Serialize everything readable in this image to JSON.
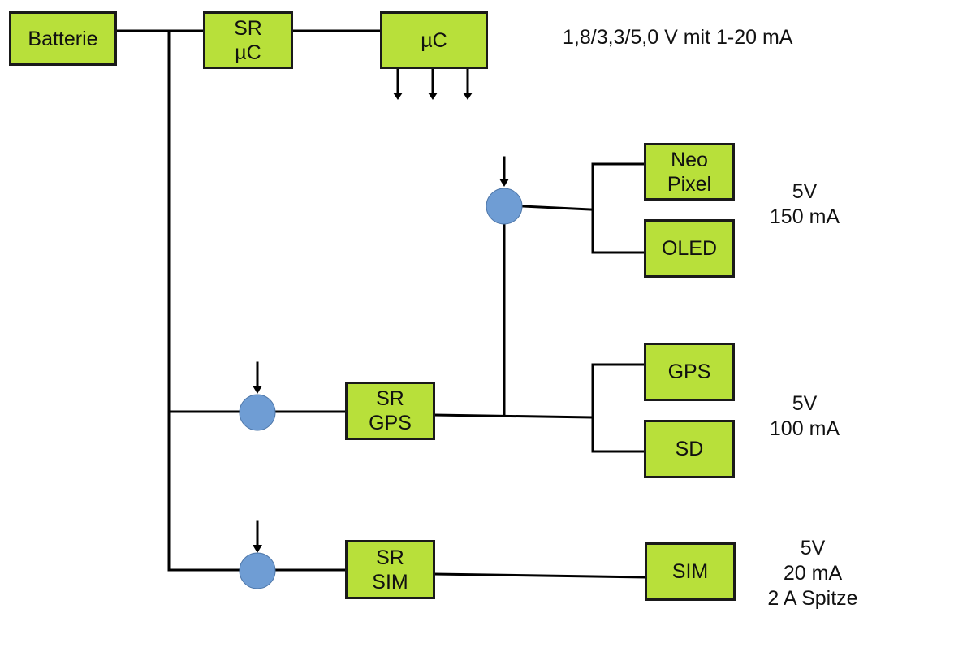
{
  "colors": {
    "box_fill": "#b8e03a",
    "box_border": "#1a1a1a",
    "wire": "#000000",
    "switch_node": "#6f9dd4"
  },
  "blocks": {
    "battery": "Batterie",
    "sr_uc": [
      "SR",
      "µC"
    ],
    "uc": "µC",
    "neopixel": [
      "Neo",
      "Pixel"
    ],
    "oled": "OLED",
    "sr_gps": [
      "SR",
      "GPS"
    ],
    "gps": "GPS",
    "sd": "SD",
    "sr_sim": [
      "SR",
      "SIM"
    ],
    "sim": "SIM"
  },
  "notes": {
    "uc_supply": "1,8/3,3/5,0 V mit 1-20 mA",
    "display_group": [
      "5V",
      "150 mA"
    ],
    "gps_group": [
      "5V",
      "100 mA"
    ],
    "sim_group": [
      "5V",
      "20 mA",
      "2 A Spitze"
    ]
  }
}
